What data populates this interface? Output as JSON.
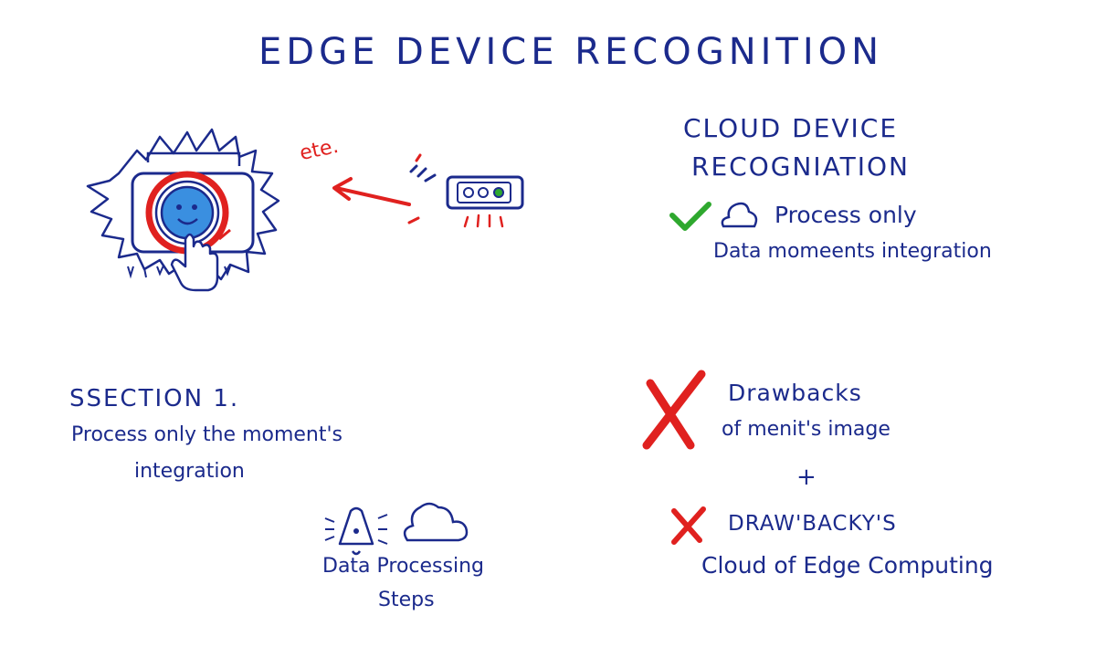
{
  "title": "EDGE DEVICE RECOGNITION",
  "title_dot": ".",
  "scribble": "ete.",
  "cloud_section": {
    "heading_line1": "CLOUD DEVICE",
    "heading_line2": "RECOGNIATION",
    "item1": "Process only",
    "item2": "Data momeents integration"
  },
  "section1": {
    "heading": "SSECTION 1.",
    "line1": "Process only the moment's",
    "line2": "integration"
  },
  "steps": {
    "line1": "Data Processing",
    "line2": "Steps"
  },
  "drawbacks": {
    "heading": "Drawbacks",
    "line1": "of menit's image",
    "plus": "+",
    "heading2": "DRAW'BACKY'S",
    "line2": "Cloud of Edge Computing"
  },
  "colors": {
    "ink_blue": "#1b2a8c",
    "ink_red": "#e0211f",
    "ink_green": "#2ea82e",
    "face_blue": "#3a8fe0"
  }
}
